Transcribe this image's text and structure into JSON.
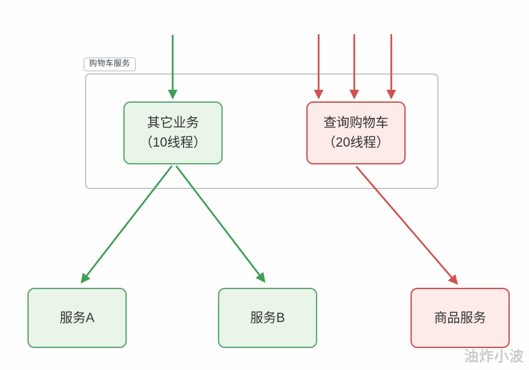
{
  "diagram": {
    "group_label": "购物车服务",
    "nodes": {
      "other_business": {
        "line1": "其它业务",
        "line2": "（10线程）"
      },
      "query_cart": {
        "line1": "查询购物车",
        "line2": "（20线程）"
      },
      "service_a": {
        "label": "服务A"
      },
      "service_b": {
        "label": "服务B"
      },
      "product_service": {
        "label": "商品服务"
      }
    },
    "watermark": "油炸小波",
    "colors": {
      "green-border": "#68a87a",
      "green-fill": "#e8f5e8",
      "green-arrow": "#3f9e58",
      "red-border": "#c95b57",
      "red-fill": "#fcebe9",
      "red-arrow": "#cd5450",
      "container-border": "#c9cbcd",
      "text": "#333333",
      "label-text": "#3f444a",
      "watermark-text": "#c3c3c3"
    }
  }
}
